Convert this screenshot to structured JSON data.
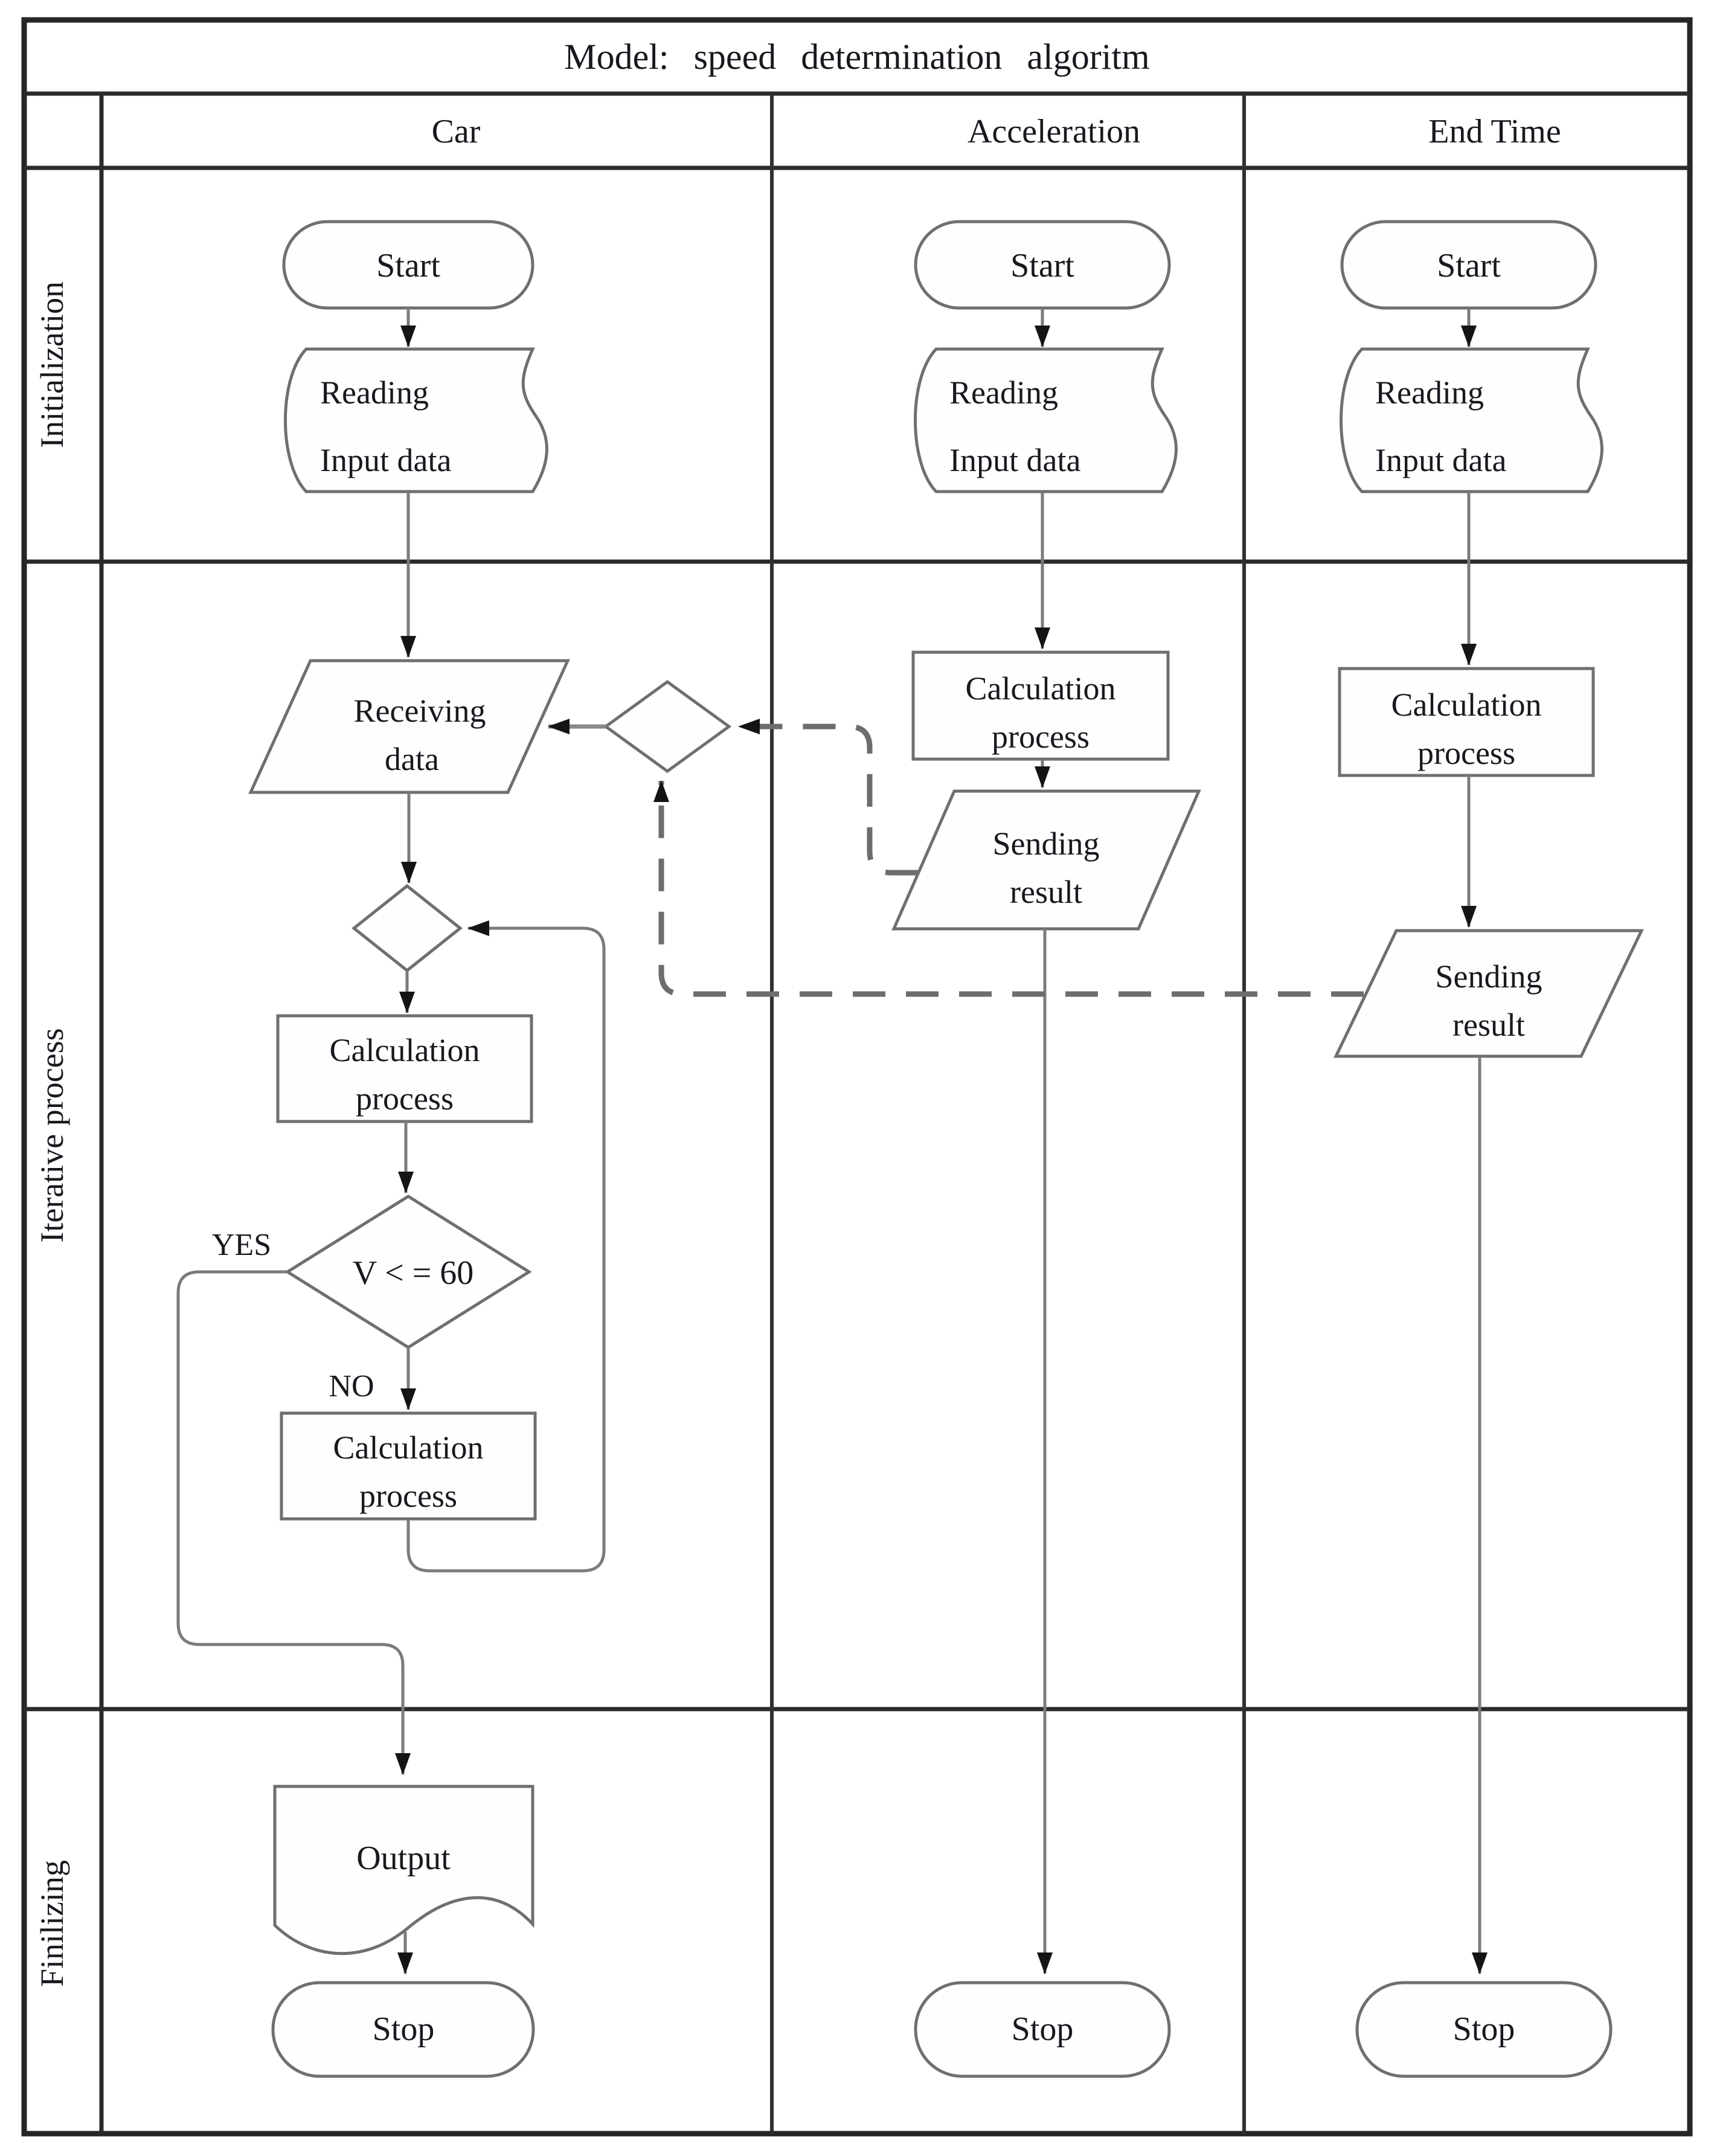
{
  "title": "Model: speed  determination  algoritm",
  "columns": [
    {
      "label": "Car"
    },
    {
      "label": "Acceleration"
    },
    {
      "label": "End Time"
    }
  ],
  "lanes": [
    {
      "label": "Initialization"
    },
    {
      "label": "Iterative process"
    },
    {
      "label": "Finilizing"
    }
  ],
  "car": {
    "start": "Start",
    "reading": {
      "line1": "Reading",
      "line2": "Input data"
    },
    "receiving": {
      "line1": "Receiving",
      "line2": "data"
    },
    "calc1": {
      "line1": "Calculation",
      "line2": "process"
    },
    "decision": "V < = 60",
    "yes": "YES",
    "no": "NO",
    "calc2": {
      "line1": "Calculation",
      "line2": "process"
    },
    "output": "Output",
    "stop": "Stop"
  },
  "acceleration": {
    "start": "Start",
    "reading": {
      "line1": "Reading",
      "line2": "Input data"
    },
    "calc": {
      "line1": "Calculation",
      "line2": "process"
    },
    "sending": {
      "line1": "Sending",
      "line2": "result"
    },
    "stop": "Stop"
  },
  "end_time": {
    "start": "Start",
    "reading": {
      "line1": "Reading",
      "line2": "Input data"
    },
    "calc": {
      "line1": "Calculation",
      "line2": "process"
    },
    "sending": {
      "line1": "Sending",
      "line2": "result"
    },
    "stop": "Stop"
  },
  "colors": {
    "background": "#ffffff",
    "frame": "#2b2b2b",
    "shape_stroke": "#6f6f6f",
    "flow_line": "#7b7b7b",
    "dashed_line": "#6d6d6d",
    "arrowhead": "#141414",
    "text": "#18181f"
  }
}
